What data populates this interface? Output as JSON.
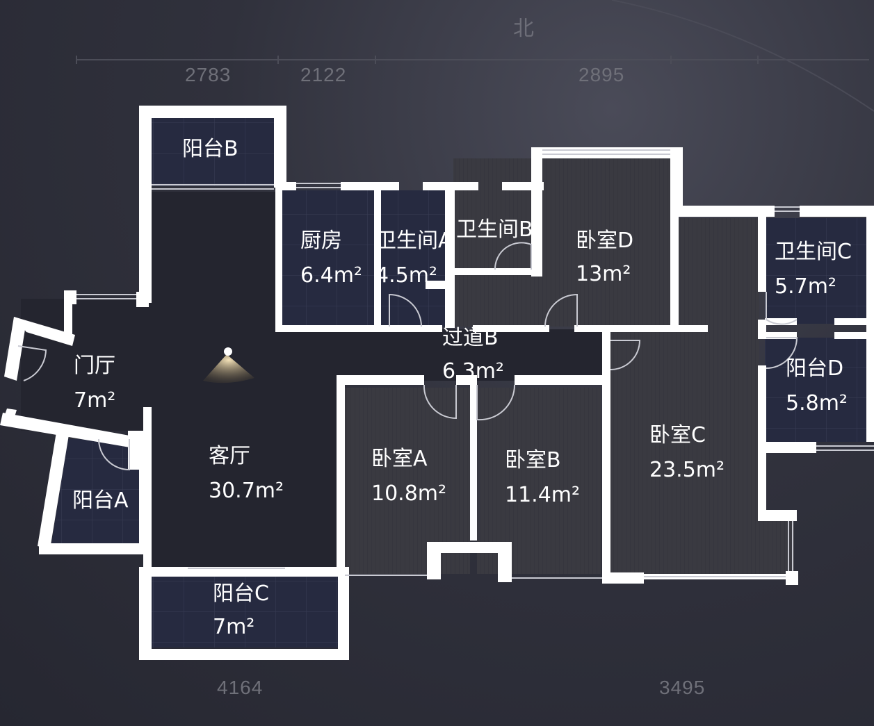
{
  "compass": {
    "north_label": "北"
  },
  "dimensions": {
    "top": [
      "2783",
      "2122",
      "2895"
    ],
    "bottom": [
      "4164",
      "3495"
    ]
  },
  "rooms": {
    "balcony_b": {
      "name": "阳台B"
    },
    "kitchen": {
      "name": "厨房",
      "area": "6.4m²"
    },
    "bath_a": {
      "name": "卫生间A",
      "area": "4.5m²"
    },
    "bath_b": {
      "name": "卫生间B"
    },
    "bed_d": {
      "name": "卧室D",
      "area": "13m²"
    },
    "bath_c": {
      "name": "卫生间C",
      "area": "5.7m²"
    },
    "hallway_b": {
      "name": "过道B",
      "area": "6.3m²"
    },
    "foyer": {
      "name": "门厅",
      "area": "7m²"
    },
    "living": {
      "name": "客厅",
      "area": "30.7m²"
    },
    "bed_a": {
      "name": "卧室A",
      "area": "10.8m²"
    },
    "bed_b": {
      "name": "卧室B",
      "area": "11.4m²"
    },
    "bed_c": {
      "name": "卧室C",
      "area": "23.5m²"
    },
    "balcony_d": {
      "name": "阳台D",
      "area": "5.8m²"
    },
    "balcony_a": {
      "name": "阳台A"
    },
    "balcony_c": {
      "name": "阳台C",
      "area": "7m²"
    }
  },
  "colors": {
    "wall": "#ffffff",
    "floor_dark": "#24252f",
    "floor_wood": "#3a3a40",
    "floor_tile": "#272a3f",
    "dimension_text": "#6f7079"
  },
  "viewer_marker": "camera-position-icon"
}
